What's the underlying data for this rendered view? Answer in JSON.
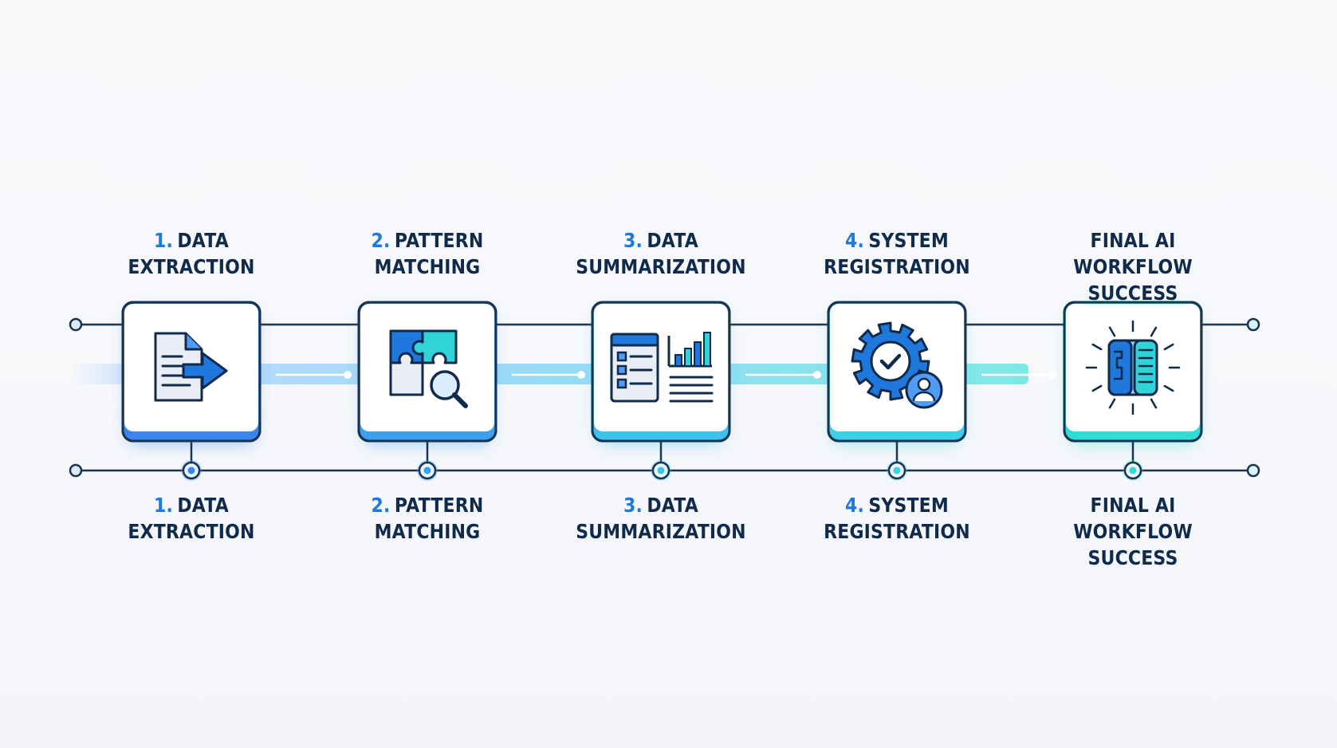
{
  "steps": [
    {
      "num": "1.",
      "line1": "DATA",
      "line2": "EXTRACTION",
      "icon": "document-export-icon",
      "accent": "#3a86f0"
    },
    {
      "num": "2.",
      "line1": "PATTERN",
      "line2": "MATCHING",
      "icon": "puzzle-search-icon",
      "accent": "#39a0f2"
    },
    {
      "num": "3.",
      "line1": "DATA",
      "line2": "SUMMARIZATION",
      "icon": "report-chart-icon",
      "accent": "#3cc2ee"
    },
    {
      "num": "4.",
      "line1": "SYSTEM",
      "line2": "REGISTRATION",
      "icon": "gear-check-user-icon",
      "accent": "#3ad0e8"
    },
    {
      "num": "",
      "line1": "FINAL AI WORKFLOW",
      "line2": "SUCCESS",
      "icon": "ai-chip-glow-icon",
      "accent": "#2fdcd6"
    }
  ],
  "colors": {
    "dark": "#0f2a4a",
    "blue": "#1f78dc",
    "blue_light": "#4f9bf5",
    "cyan": "#2fd3d8",
    "icon_fill": "#e9eef6"
  }
}
